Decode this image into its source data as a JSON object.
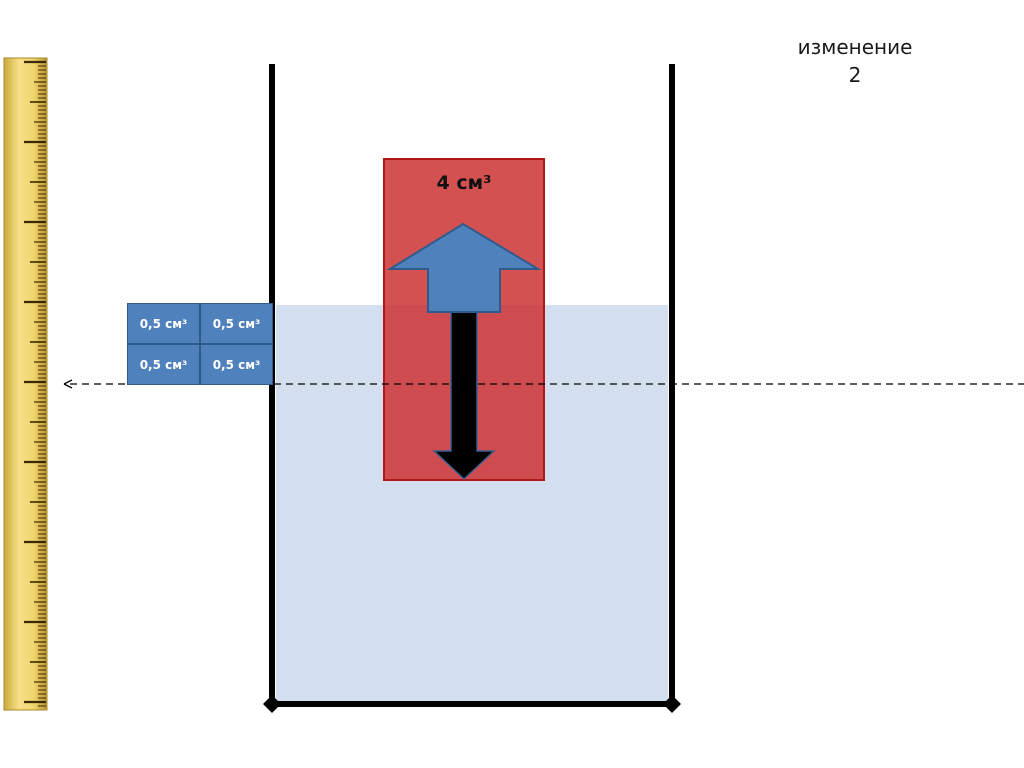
{
  "title": {
    "line1": "изменение",
    "line2": "2"
  },
  "block": {
    "volume_label": "4 см³",
    "color": "#cc3333"
  },
  "cubes": [
    {
      "label": "0,5 см³"
    },
    {
      "label": "0,5 см³"
    },
    {
      "label": "0,5 см³"
    },
    {
      "label": "0,5 см³"
    }
  ],
  "colors": {
    "water": "#d3dfee",
    "cube": "#4f81bd",
    "up_arrow": "#4f81bd",
    "down_arrow": "#000000",
    "ruler": "#f0d878",
    "vessel": "#000000"
  },
  "icons": {
    "up": "up-arrow-icon",
    "down": "down-arrow-icon",
    "pointer": "left-arrow-icon"
  }
}
